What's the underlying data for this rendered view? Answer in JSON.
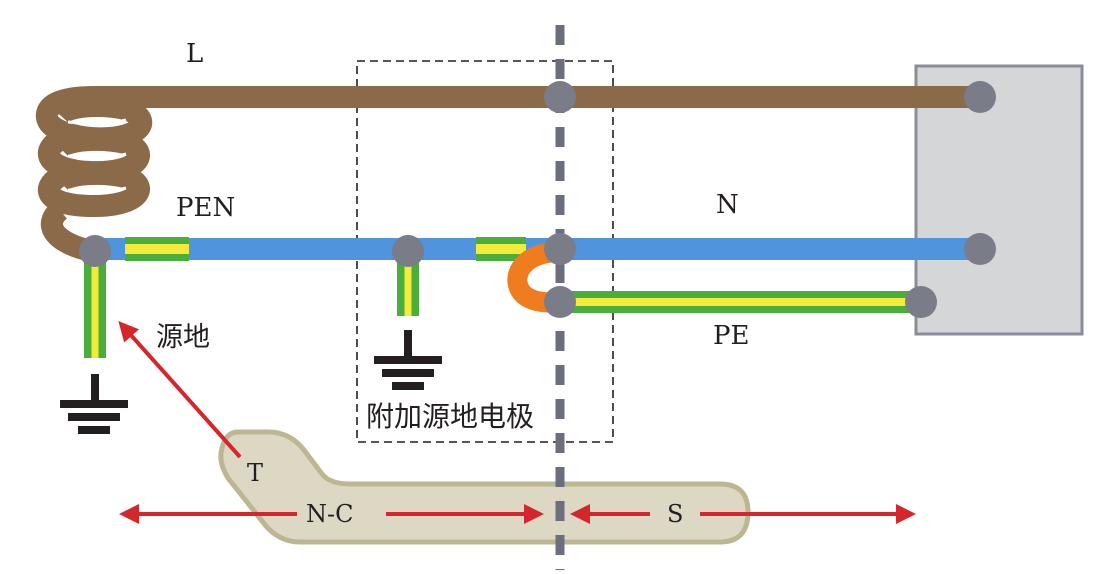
{
  "labels": {
    "line": "L",
    "pen": "PEN",
    "neutral": "N",
    "pe": "PE",
    "source_earth": "源地",
    "additional_source_earth_electrode": "附加源地电极",
    "system_t": "T",
    "system_nc": "N-C",
    "system_s": "S"
  },
  "colors": {
    "line_conductor": "#8b6a4a",
    "neutral_conductor": "#4f94dc",
    "pe_green": "#4aae3c",
    "pe_yellow": "#f3ea3c",
    "node": "#7a7c88",
    "bridge": "#ef7d1f",
    "arrow": "#d5272b",
    "boundary": "#6c6e7d",
    "system_band": "#ddd8c4",
    "band_outline": "#bdb692",
    "load_box": "#d5d6d8",
    "load_box_outline": "#8a8c9a"
  }
}
